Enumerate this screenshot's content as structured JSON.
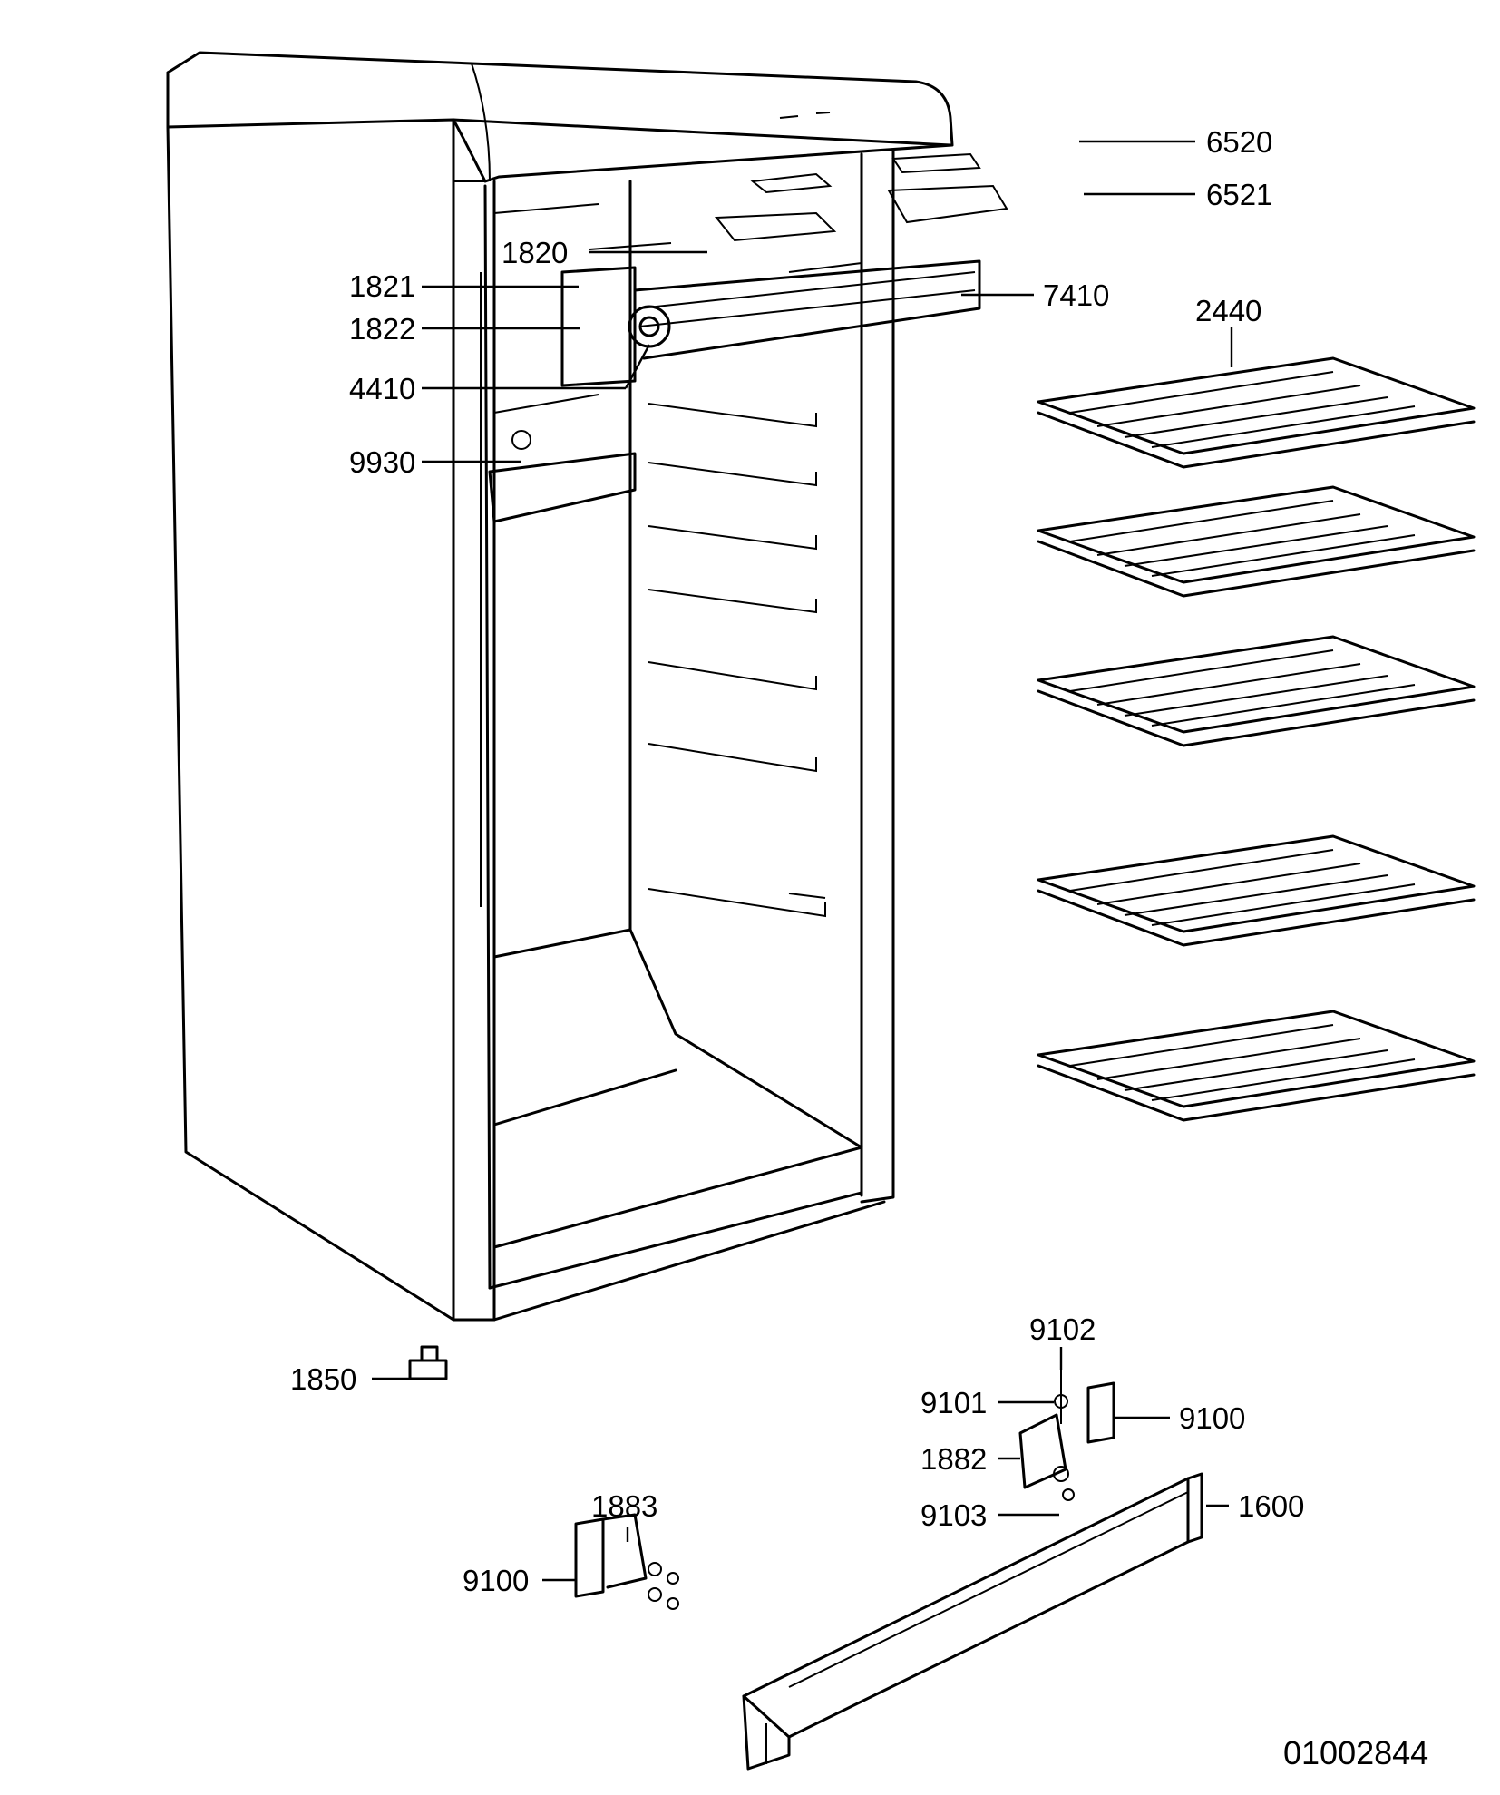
{
  "labels": {
    "p6520": "6520",
    "p6521": "6521",
    "p1820": "1820",
    "p1821": "1821",
    "p1822": "1822",
    "p7410": "7410",
    "p4410": "4410",
    "p2440": "2440",
    "p9930": "9930",
    "p1850": "1850",
    "p9102": "9102",
    "p9101": "9101",
    "p9100_right": "9100",
    "p1882": "1882",
    "p9103": "9103",
    "p1600": "1600",
    "p1883": "1883",
    "p9100_left": "9100"
  },
  "drawing_number": "01002844"
}
